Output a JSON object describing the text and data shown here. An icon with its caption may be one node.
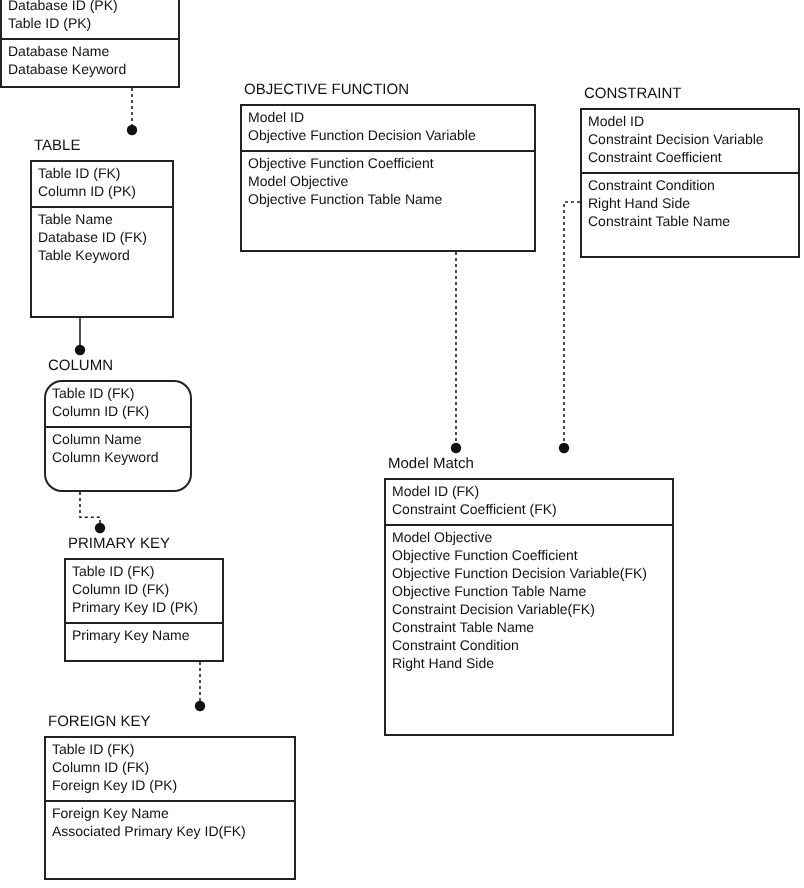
{
  "diagram": {
    "nodes": [
      {
        "text": [],
        "shape": "box"
      },
      {
        "text": [
          "Database ID (PK)",
          "Table ID (PK)"
        ],
        "in": 0
      },
      {
        "text": [
          "Database Name",
          "Database Keyword"
        ],
        "in": 0
      },
      {
        "text": [
          "OBJECTIVE FUNCTION"
        ]
      },
      {
        "text": [
          "Model ID",
          "Objective Function Decision Variable"
        ],
        "in": 3
      },
      {
        "text": [
          "Objective Function Coefficient",
          "Model Objective",
          "Objective Function Table Name"
        ],
        "in": 3
      },
      {
        "text": [
          "CONSTRAINT"
        ]
      },
      {
        "text": [
          "Model ID",
          "Constraint Decision Variable",
          "Constraint Coefficient"
        ],
        "in": 6
      },
      {
        "text": [
          "Constraint Condition",
          "Right Hand Side",
          "Constraint Table Name"
        ],
        "in": 6
      },
      {
        "text": [
          "TABLE"
        ]
      },
      {
        "text": [
          "Table ID (FK)",
          "Column ID (PK)"
        ],
        "in": 9
      },
      {
        "text": [
          "Table Name",
          "Database ID (FK)",
          "Table Keyword"
        ],
        "in": 9
      },
      {
        "text": [
          "COLUMN"
        ]
      },
      {
        "text": [
          "Table ID (FK)",
          "Column ID (FK)"
        ],
        "in": 12
      },
      {
        "text": [
          "Column Name",
          "Column Keyword"
        ],
        "in": 12
      },
      {
        "text": [
          "Model Match"
        ]
      },
      {
        "text": [
          "Model ID (FK)",
          "Constraint Coefficient (FK)"
        ],
        "in": 15
      },
      {
        "text": [
          "Model Objective",
          "Objective Function Coefficient",
          "Objective Function Decision Variable(FK)",
          "Objective Function Table Name",
          "Constraint Decision Variable(FK)",
          "Constraint  Table Name",
          "Constraint Condition",
          "Right Hand Side"
        ],
        "in": 15
      },
      {
        "text": [
          "PRIMARY KEY"
        ]
      },
      {
        "text": [
          "Table ID (FK)",
          "Column ID (FK)",
          "Primary Key ID (PK)"
        ],
        "in": 18
      },
      {
        "text": [
          "Primary Key Name"
        ],
        "in": 18
      },
      {
        "text": [
          "FOREIGN KEY"
        ]
      },
      {
        "text": [
          "Table ID (FK)",
          "Column ID (FK)",
          "Foreign Key ID (PK)"
        ],
        "in": 21
      },
      {
        "text": [
          "Foreign Key Name",
          "Associated Primary Key ID(FK)"
        ],
        "in": 21
      }
    ],
    "edges": [
      {
        "from": 0,
        "to": 9,
        "arrow": "other",
        "style": "dashed"
      },
      {
        "from": 9,
        "to": 12,
        "arrow": "other"
      },
      {
        "from": 12,
        "to": 18,
        "arrow": "other",
        "style": "dashed"
      },
      {
        "from": 18,
        "to": 21,
        "arrow": "other",
        "style": "dashed"
      },
      {
        "from": 3,
        "to": 15,
        "arrow": "other",
        "style": "dashed"
      },
      {
        "from": 6,
        "to": 15,
        "arrow": "other",
        "style": "dashed"
      }
    ]
  }
}
